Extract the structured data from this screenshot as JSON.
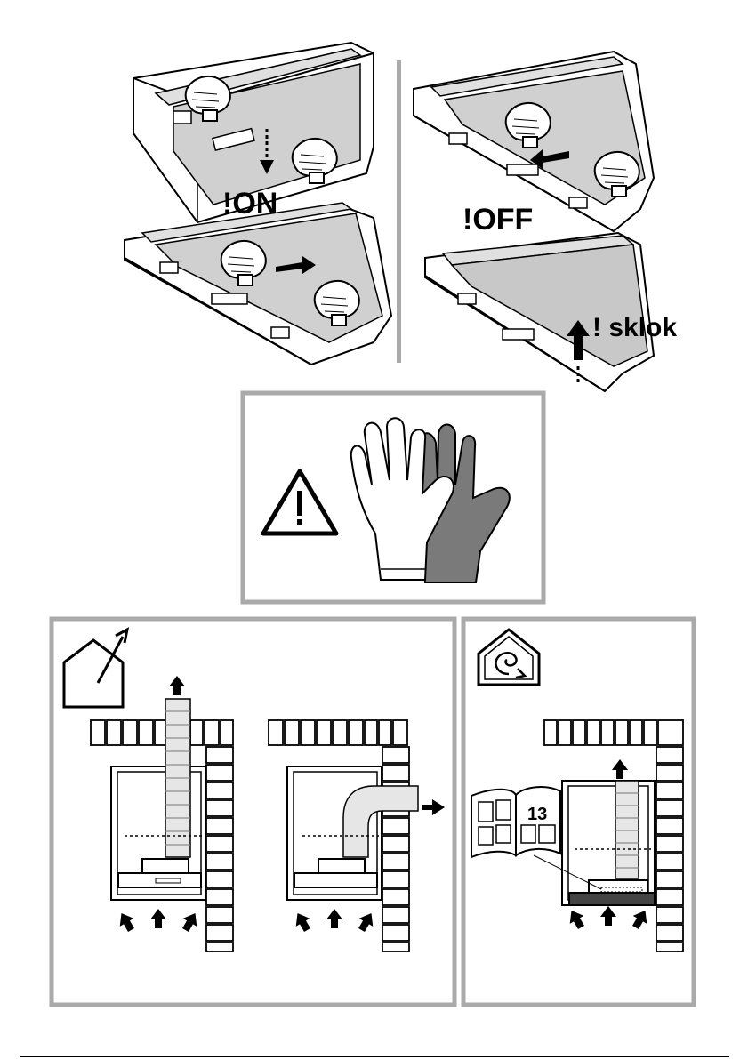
{
  "labels": {
    "on": "!ON",
    "off": "!OFF",
    "glass": "! sklok",
    "page_ref": "13"
  },
  "icons": {
    "warning": "warning-triangle-icon",
    "gloves": "protective-gloves-icon",
    "extraction": "ducted-extraction-house-icon",
    "recirculation": "recirculation-house-icon"
  },
  "colors": {
    "line": "#000000",
    "frame": "#aaaaaa",
    "filter_fill": "#c8c8c8",
    "glove_dark": "#7a7a7a"
  }
}
